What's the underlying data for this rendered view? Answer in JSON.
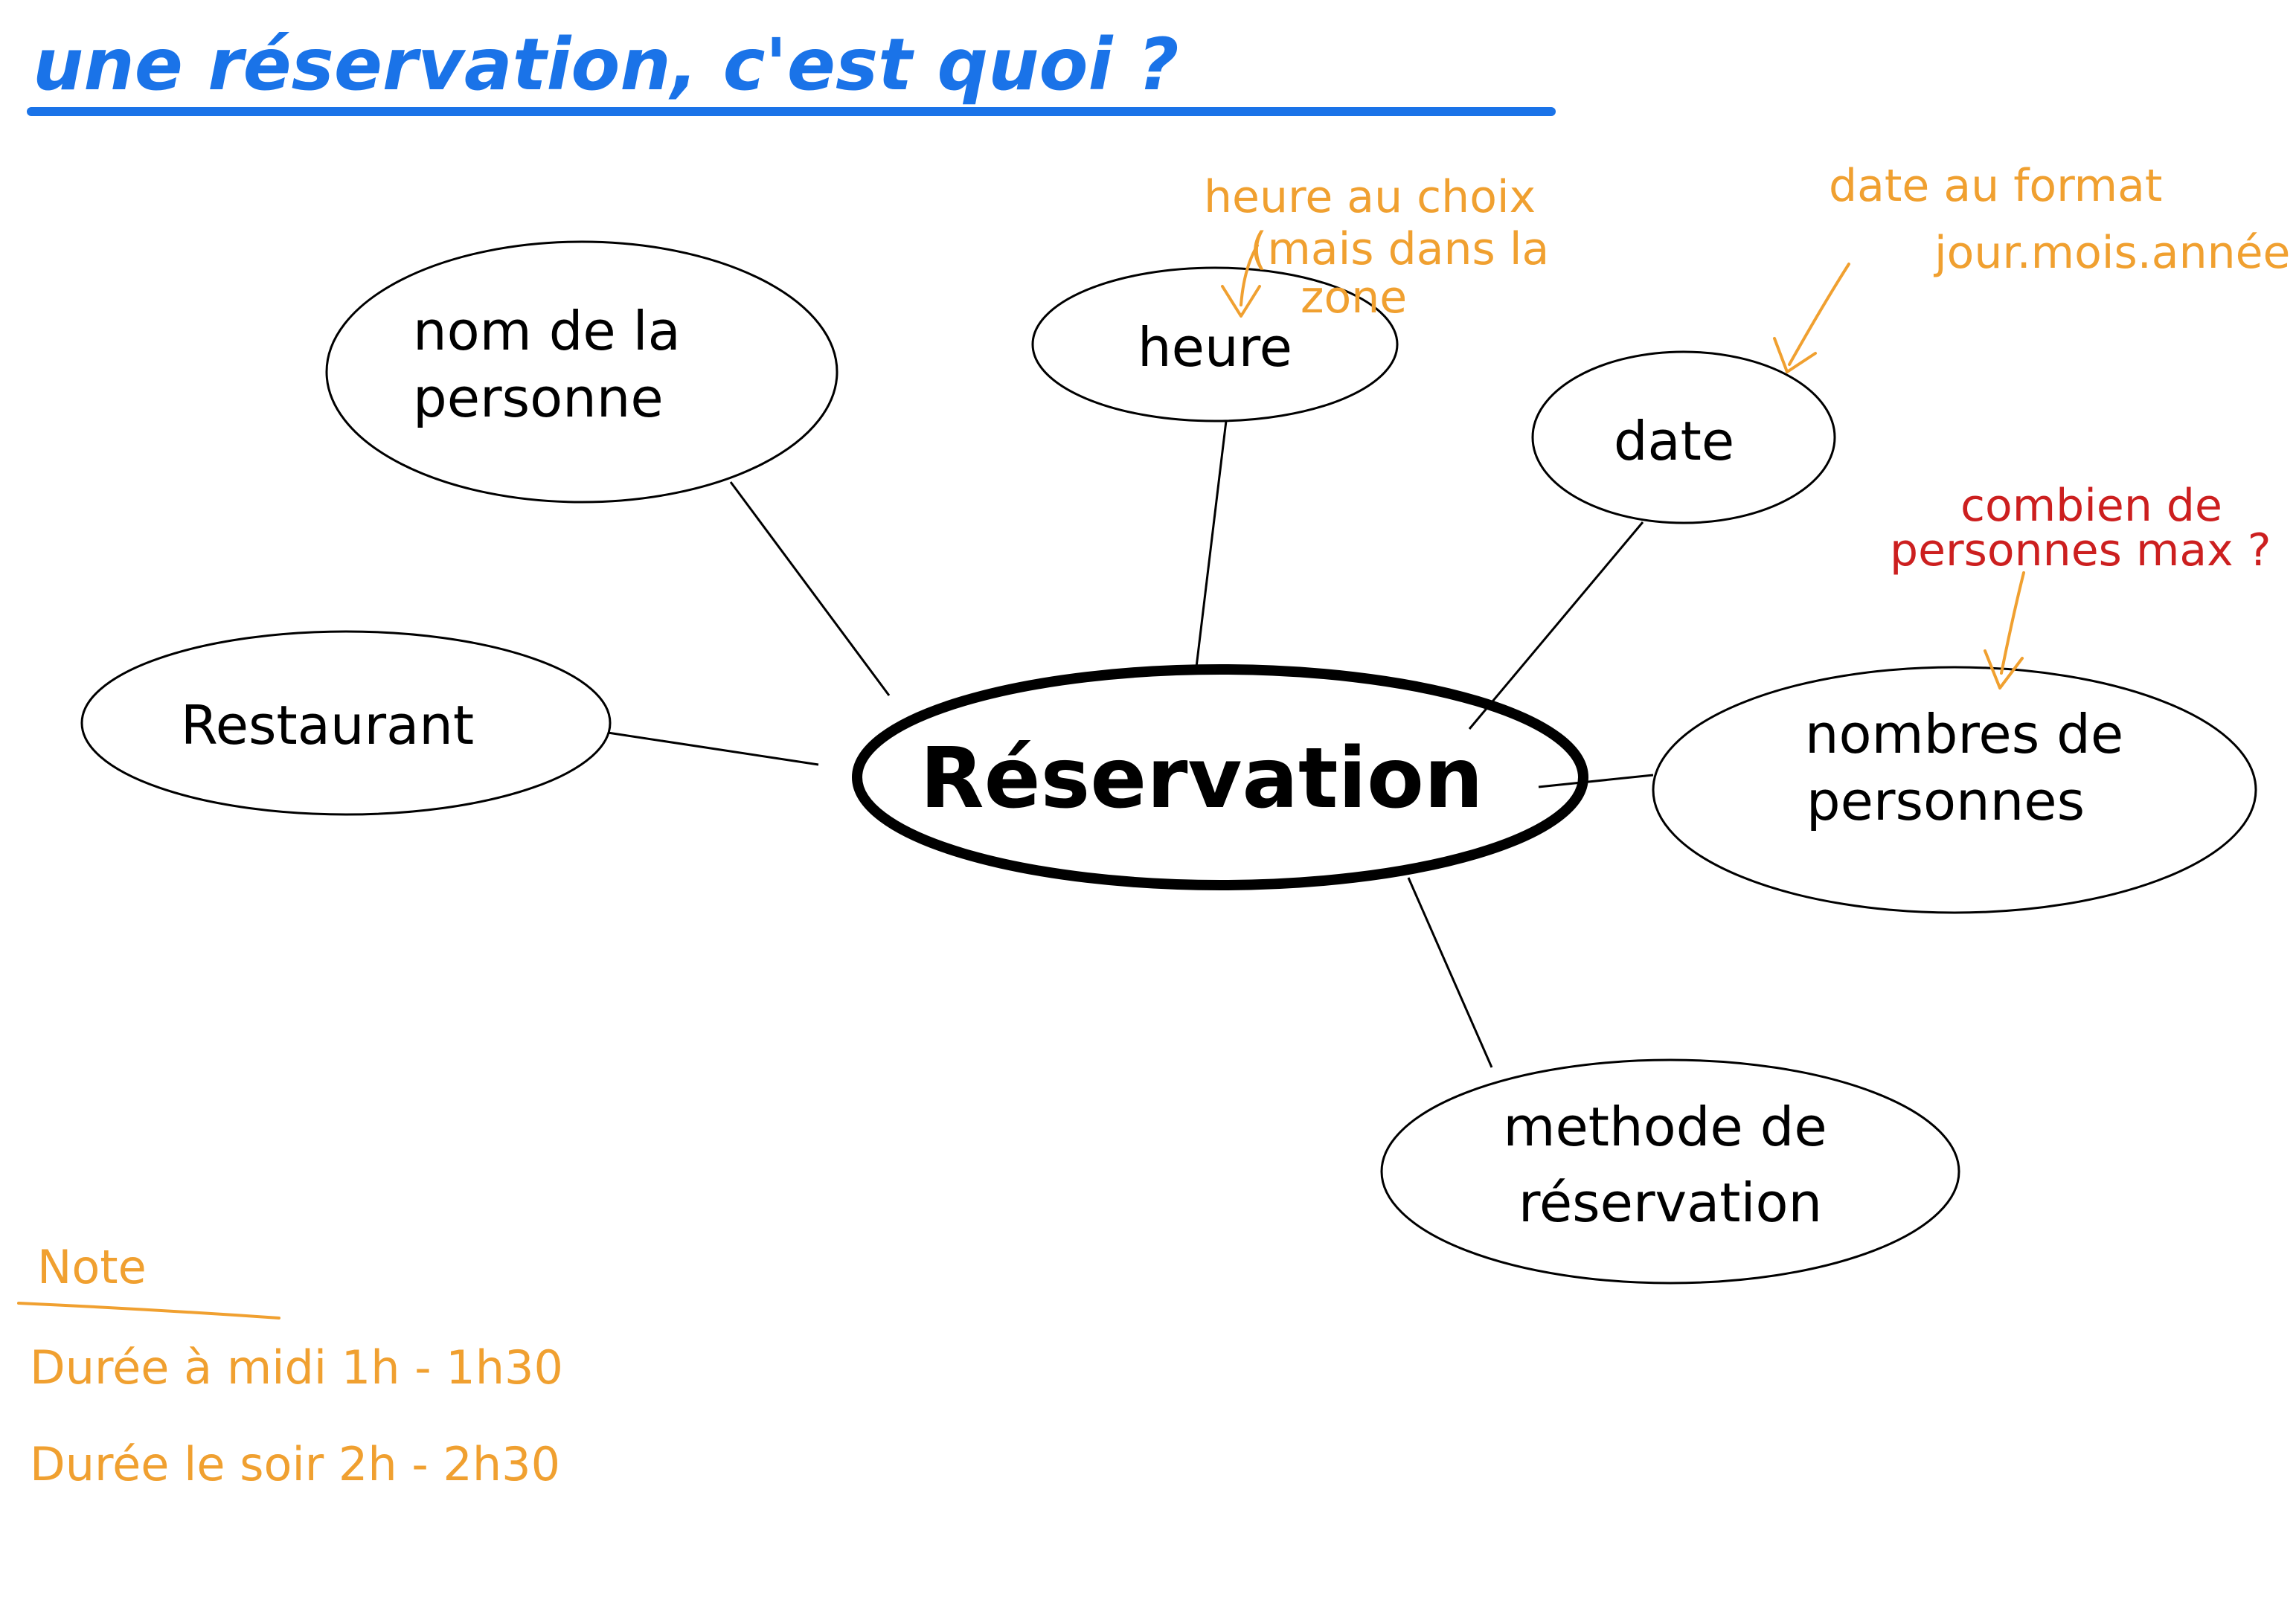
{
  "title": "une réservation, c'est quoi ?",
  "center": "Réservation",
  "nodes": {
    "nom": [
      "nom de la",
      "personne"
    ],
    "heure": [
      "heure"
    ],
    "date": [
      "date"
    ],
    "restaurant": [
      "Restaurant"
    ],
    "nombres": [
      "nombres de",
      "personnes"
    ],
    "methode": [
      "methode de",
      "réservation"
    ]
  },
  "annotations": {
    "heure": [
      "heure au choix",
      "(mais dans la",
      "zone"
    ],
    "date": [
      "date au format",
      "jour.mois.année"
    ],
    "personnes": [
      "combien de",
      "personnes max ?"
    ]
  },
  "note": {
    "heading": "Note",
    "lines": [
      "Durée à midi  1h - 1h30",
      "Durée le soir  2h - 2h30"
    ]
  },
  "colors": {
    "title": "#1a73e8",
    "ink": "#000000",
    "annotation": "#f0a030",
    "question": "#cc1f1f"
  }
}
